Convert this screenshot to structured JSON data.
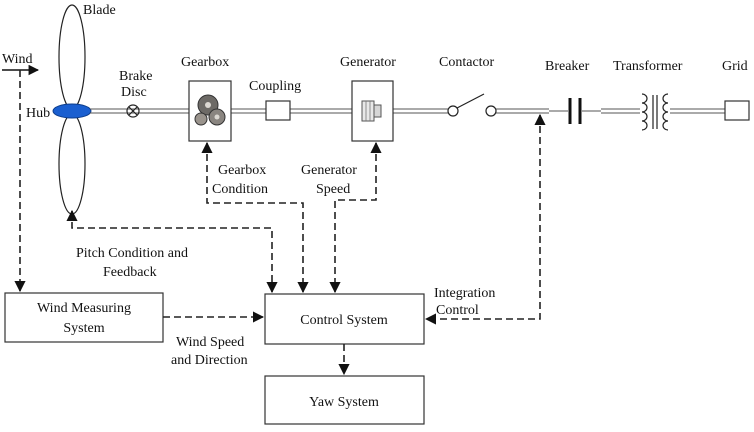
{
  "labels": {
    "blade": "Blade",
    "wind": "Wind",
    "hub": "Hub",
    "brake_line1": "Brake",
    "brake_line2": "Disc",
    "gearbox": "Gearbox",
    "coupling": "Coupling",
    "generator": "Generator",
    "contactor": "Contactor",
    "breaker": "Breaker",
    "transformer": "Transformer",
    "grid": "Grid"
  },
  "signals": {
    "gearbox_condition_line1": "Gearbox",
    "gearbox_condition_line2": "Condition",
    "generator_speed_line1": "Generator",
    "generator_speed_line2": "Speed",
    "pitch_line1": "Pitch Condition and",
    "pitch_line2": "Feedback",
    "integration_line1": "Integration",
    "integration_line2": "Control",
    "wind_speed_line1": "Wind Speed",
    "wind_speed_line2": "and Direction"
  },
  "boxes": {
    "wind_measuring_line1": "Wind Measuring",
    "wind_measuring_line2": "System",
    "control_system": "Control System",
    "yaw_system": "Yaw  System"
  },
  "colors": {
    "hub": "#1a5fd0",
    "line": "#222222"
  }
}
